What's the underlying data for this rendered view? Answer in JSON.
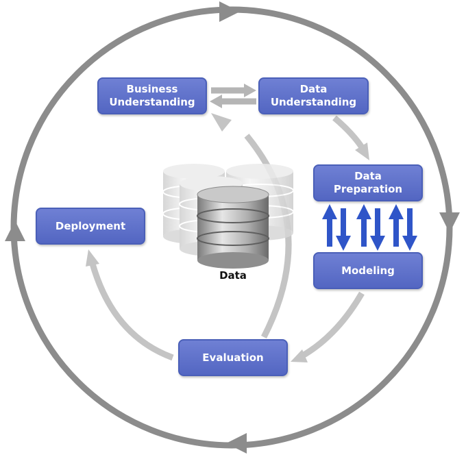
{
  "phases": {
    "business_understanding": {
      "line1": "Business",
      "line2": "Understanding"
    },
    "data_understanding": {
      "line1": "Data",
      "line2": "Understanding"
    },
    "data_preparation": {
      "line1": "Data",
      "line2": "Preparation"
    },
    "modeling": {
      "label": "Modeling"
    },
    "evaluation": {
      "label": "Evaluation"
    },
    "deployment": {
      "label": "Deployment"
    }
  },
  "center": {
    "label": "Data"
  },
  "colors": {
    "box": "#5a6cc6",
    "box_border": "#4a5fb8",
    "outer_cycle": "#8c8c8c",
    "flow_arrow": "#c4c4c4",
    "iteration_arrow": "#2f55c8"
  }
}
